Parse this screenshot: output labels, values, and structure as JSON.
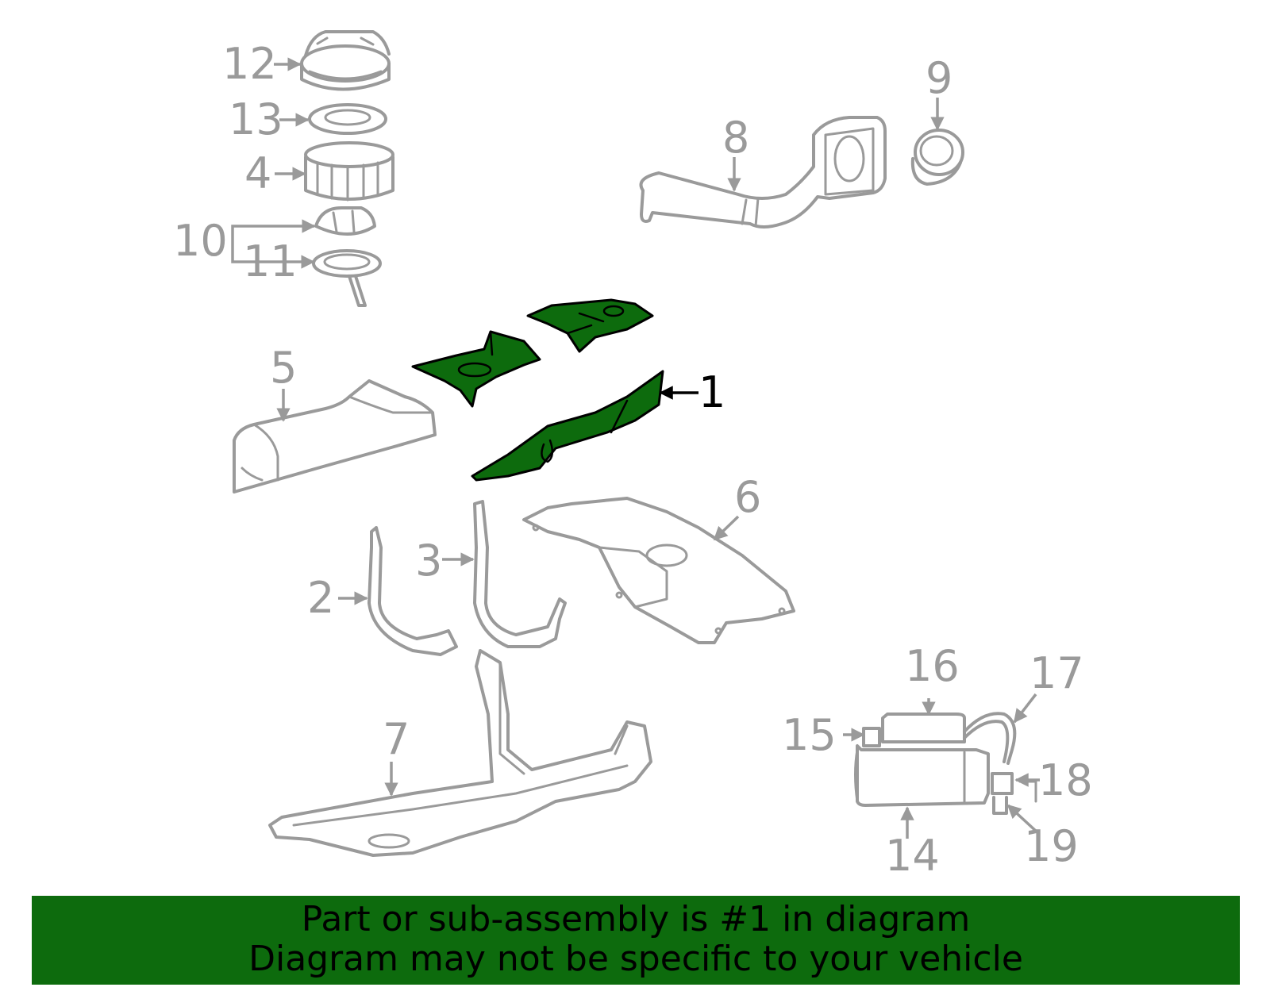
{
  "callouts": {
    "c1": "1",
    "c2": "2",
    "c3": "3",
    "c4": "4",
    "c5": "5",
    "c6": "6",
    "c7": "7",
    "c8": "8",
    "c9": "9",
    "c10": "10",
    "c11": "11",
    "c12": "12",
    "c13": "13",
    "c14": "14",
    "c15": "15",
    "c16": "16",
    "c17": "17",
    "c18": "18",
    "c19": "19"
  },
  "highlight_color": "#0d6b0d",
  "banner": {
    "line1": "Part or sub-assembly is #1 in diagram",
    "line2": "Diagram may not be specific to your vehicle"
  }
}
